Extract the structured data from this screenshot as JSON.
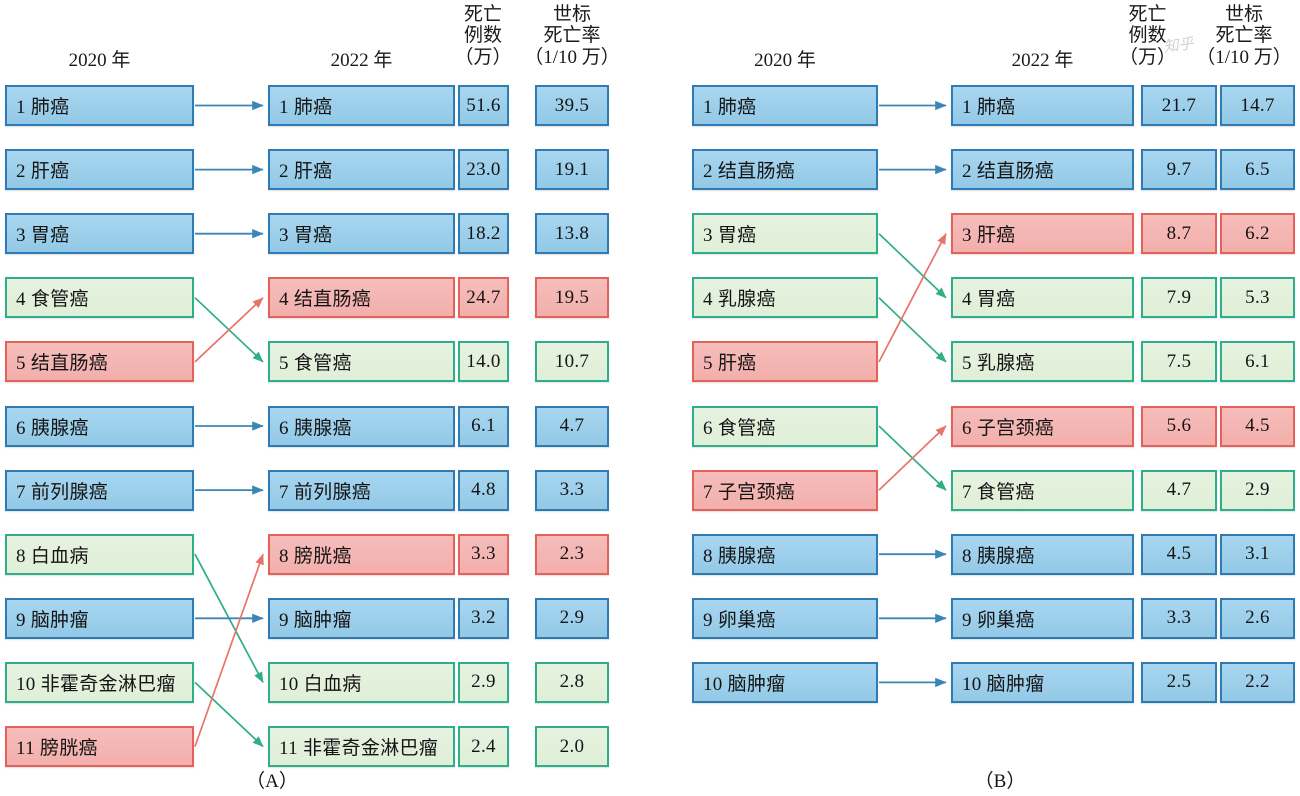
{
  "headers": {
    "year_from": "2020 年",
    "year_to": "2022 年",
    "deaths": {
      "l1": "死亡",
      "l2": "例数",
      "l3": "（万）"
    },
    "asr": {
      "l1": "世标",
      "l2": "死亡率",
      "l3": "（1/10 万）"
    }
  },
  "colors": {
    "blue_fill": "#9ccfeb",
    "blue_border": "#2f7cb4",
    "green_fill": "#e2f0dc",
    "green_border": "#2fae8b",
    "red_fill": "#f3b4b1",
    "red_border": "#e5625b",
    "arrow_blue": "#3a86b5",
    "arrow_green": "#2fae87",
    "arrow_red": "#e8736b"
  },
  "watermark": "知乎",
  "panel_a": {
    "caption": "（A）",
    "left_column": [
      {
        "rank": 1,
        "text": "1 肺癌",
        "color": "blue"
      },
      {
        "rank": 2,
        "text": "2 肝癌",
        "color": "blue"
      },
      {
        "rank": 3,
        "text": "3 胃癌",
        "color": "blue"
      },
      {
        "rank": 4,
        "text": "4 食管癌",
        "color": "green"
      },
      {
        "rank": 5,
        "text": "5 结直肠癌",
        "color": "red"
      },
      {
        "rank": 6,
        "text": "6 胰腺癌",
        "color": "blue"
      },
      {
        "rank": 7,
        "text": "7 前列腺癌",
        "color": "blue"
      },
      {
        "rank": 8,
        "text": "8 白血病",
        "color": "green"
      },
      {
        "rank": 9,
        "text": "9 脑肿瘤",
        "color": "blue"
      },
      {
        "rank": 10,
        "text": "10 非霍奇金淋巴瘤",
        "color": "green"
      },
      {
        "rank": 11,
        "text": "11 膀胱癌",
        "color": "red"
      }
    ],
    "right_column": [
      {
        "rank": 1,
        "text": "1 肺癌",
        "deaths": "51.6",
        "asr": "39.5",
        "color": "blue"
      },
      {
        "rank": 2,
        "text": "2 肝癌",
        "deaths": "23.0",
        "asr": "19.1",
        "color": "blue"
      },
      {
        "rank": 3,
        "text": "3 胃癌",
        "deaths": "18.2",
        "asr": "13.8",
        "color": "blue"
      },
      {
        "rank": 4,
        "text": "4 结直肠癌",
        "deaths": "24.7",
        "asr": "19.5",
        "color": "red"
      },
      {
        "rank": 5,
        "text": "5 食管癌",
        "deaths": "14.0",
        "asr": "10.7",
        "color": "green"
      },
      {
        "rank": 6,
        "text": "6 胰腺癌",
        "deaths": "6.1",
        "asr": "4.7",
        "color": "blue"
      },
      {
        "rank": 7,
        "text": "7 前列腺癌",
        "deaths": "4.8",
        "asr": "3.3",
        "color": "blue"
      },
      {
        "rank": 8,
        "text": "8 膀胱癌",
        "deaths": "3.3",
        "asr": "2.3",
        "color": "red"
      },
      {
        "rank": 9,
        "text": "9 脑肿瘤",
        "deaths": "3.2",
        "asr": "2.9",
        "color": "blue"
      },
      {
        "rank": 10,
        "text": "10 白血病",
        "deaths": "2.9",
        "asr": "2.8",
        "color": "green"
      },
      {
        "rank": 11,
        "text": "11 非霍奇金淋巴瘤",
        "deaths": "2.4",
        "asr": "2.0",
        "color": "green"
      }
    ],
    "links": [
      {
        "from": 1,
        "to": 1,
        "color": "blue"
      },
      {
        "from": 2,
        "to": 2,
        "color": "blue"
      },
      {
        "from": 3,
        "to": 3,
        "color": "blue"
      },
      {
        "from": 4,
        "to": 5,
        "color": "green"
      },
      {
        "from": 5,
        "to": 4,
        "color": "red"
      },
      {
        "from": 6,
        "to": 6,
        "color": "blue"
      },
      {
        "from": 7,
        "to": 7,
        "color": "blue"
      },
      {
        "from": 8,
        "to": 10,
        "color": "green"
      },
      {
        "from": 9,
        "to": 9,
        "color": "blue"
      },
      {
        "from": 10,
        "to": 11,
        "color": "green"
      },
      {
        "from": 11,
        "to": 8,
        "color": "red"
      }
    ]
  },
  "panel_b": {
    "caption": "（B）",
    "left_column": [
      {
        "rank": 1,
        "text": "1 肺癌",
        "color": "blue"
      },
      {
        "rank": 2,
        "text": "2 结直肠癌",
        "color": "blue"
      },
      {
        "rank": 3,
        "text": "3 胃癌",
        "color": "green"
      },
      {
        "rank": 4,
        "text": "4 乳腺癌",
        "color": "green"
      },
      {
        "rank": 5,
        "text": "5 肝癌",
        "color": "red"
      },
      {
        "rank": 6,
        "text": "6 食管癌",
        "color": "green"
      },
      {
        "rank": 7,
        "text": "7 子宫颈癌",
        "color": "red"
      },
      {
        "rank": 8,
        "text": "8 胰腺癌",
        "color": "blue"
      },
      {
        "rank": 9,
        "text": "9 卵巢癌",
        "color": "blue"
      },
      {
        "rank": 10,
        "text": "10 脑肿瘤",
        "color": "blue"
      }
    ],
    "right_column": [
      {
        "rank": 1,
        "text": "1 肺癌",
        "deaths": "21.7",
        "asr": "14.7",
        "color": "blue"
      },
      {
        "rank": 2,
        "text": "2 结直肠癌",
        "deaths": "9.7",
        "asr": "6.5",
        "color": "blue"
      },
      {
        "rank": 3,
        "text": "3 肝癌",
        "deaths": "8.7",
        "asr": "6.2",
        "color": "red"
      },
      {
        "rank": 4,
        "text": "4 胃癌",
        "deaths": "7.9",
        "asr": "5.3",
        "color": "green"
      },
      {
        "rank": 5,
        "text": "5 乳腺癌",
        "deaths": "7.5",
        "asr": "6.1",
        "color": "green"
      },
      {
        "rank": 6,
        "text": "6 子宫颈癌",
        "deaths": "5.6",
        "asr": "4.5",
        "color": "red"
      },
      {
        "rank": 7,
        "text": "7 食管癌",
        "deaths": "4.7",
        "asr": "2.9",
        "color": "green"
      },
      {
        "rank": 8,
        "text": "8 胰腺癌",
        "deaths": "4.5",
        "asr": "3.1",
        "color": "blue"
      },
      {
        "rank": 9,
        "text": "9 卵巢癌",
        "deaths": "3.3",
        "asr": "2.6",
        "color": "blue"
      },
      {
        "rank": 10,
        "text": "10 脑肿瘤",
        "deaths": "2.5",
        "asr": "2.2",
        "color": "blue"
      }
    ],
    "links": [
      {
        "from": 1,
        "to": 1,
        "color": "blue"
      },
      {
        "from": 2,
        "to": 2,
        "color": "blue"
      },
      {
        "from": 3,
        "to": 4,
        "color": "green"
      },
      {
        "from": 4,
        "to": 5,
        "color": "green"
      },
      {
        "from": 5,
        "to": 3,
        "color": "red"
      },
      {
        "from": 6,
        "to": 7,
        "color": "green"
      },
      {
        "from": 7,
        "to": 6,
        "color": "red"
      },
      {
        "from": 8,
        "to": 8,
        "color": "blue"
      },
      {
        "from": 9,
        "to": 9,
        "color": "blue"
      },
      {
        "from": 10,
        "to": 10,
        "color": "blue"
      }
    ]
  }
}
